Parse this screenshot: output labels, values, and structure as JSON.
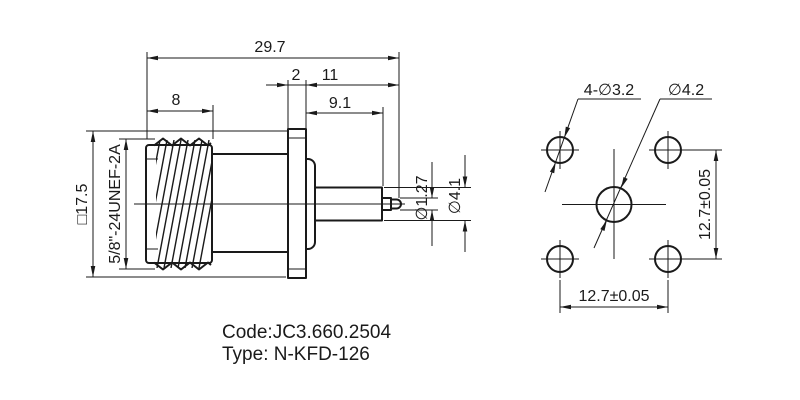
{
  "side_view": {
    "overall_length": "29.7",
    "thread_length": "8",
    "flange_thickness": "2",
    "front_length": "11",
    "insulator_length": "9.1",
    "flange_square": "□17.5",
    "thread_spec": "5/8\"-24UNEF-2A",
    "pin_diameter": "∅1.27",
    "insulator_diameter": "∅4.1"
  },
  "front_view": {
    "mounting_holes": "4-∅3.2",
    "center_hole": "∅4.2",
    "hole_spacing_vertical": "12.7±0.05",
    "hole_spacing_horizontal": "12.7±0.05"
  },
  "footer": {
    "code": "Code:JC3.660.2504",
    "type": "Type: N-KFD-126"
  },
  "colors": {
    "line": "#1a1a1a",
    "background": "#ffffff"
  }
}
